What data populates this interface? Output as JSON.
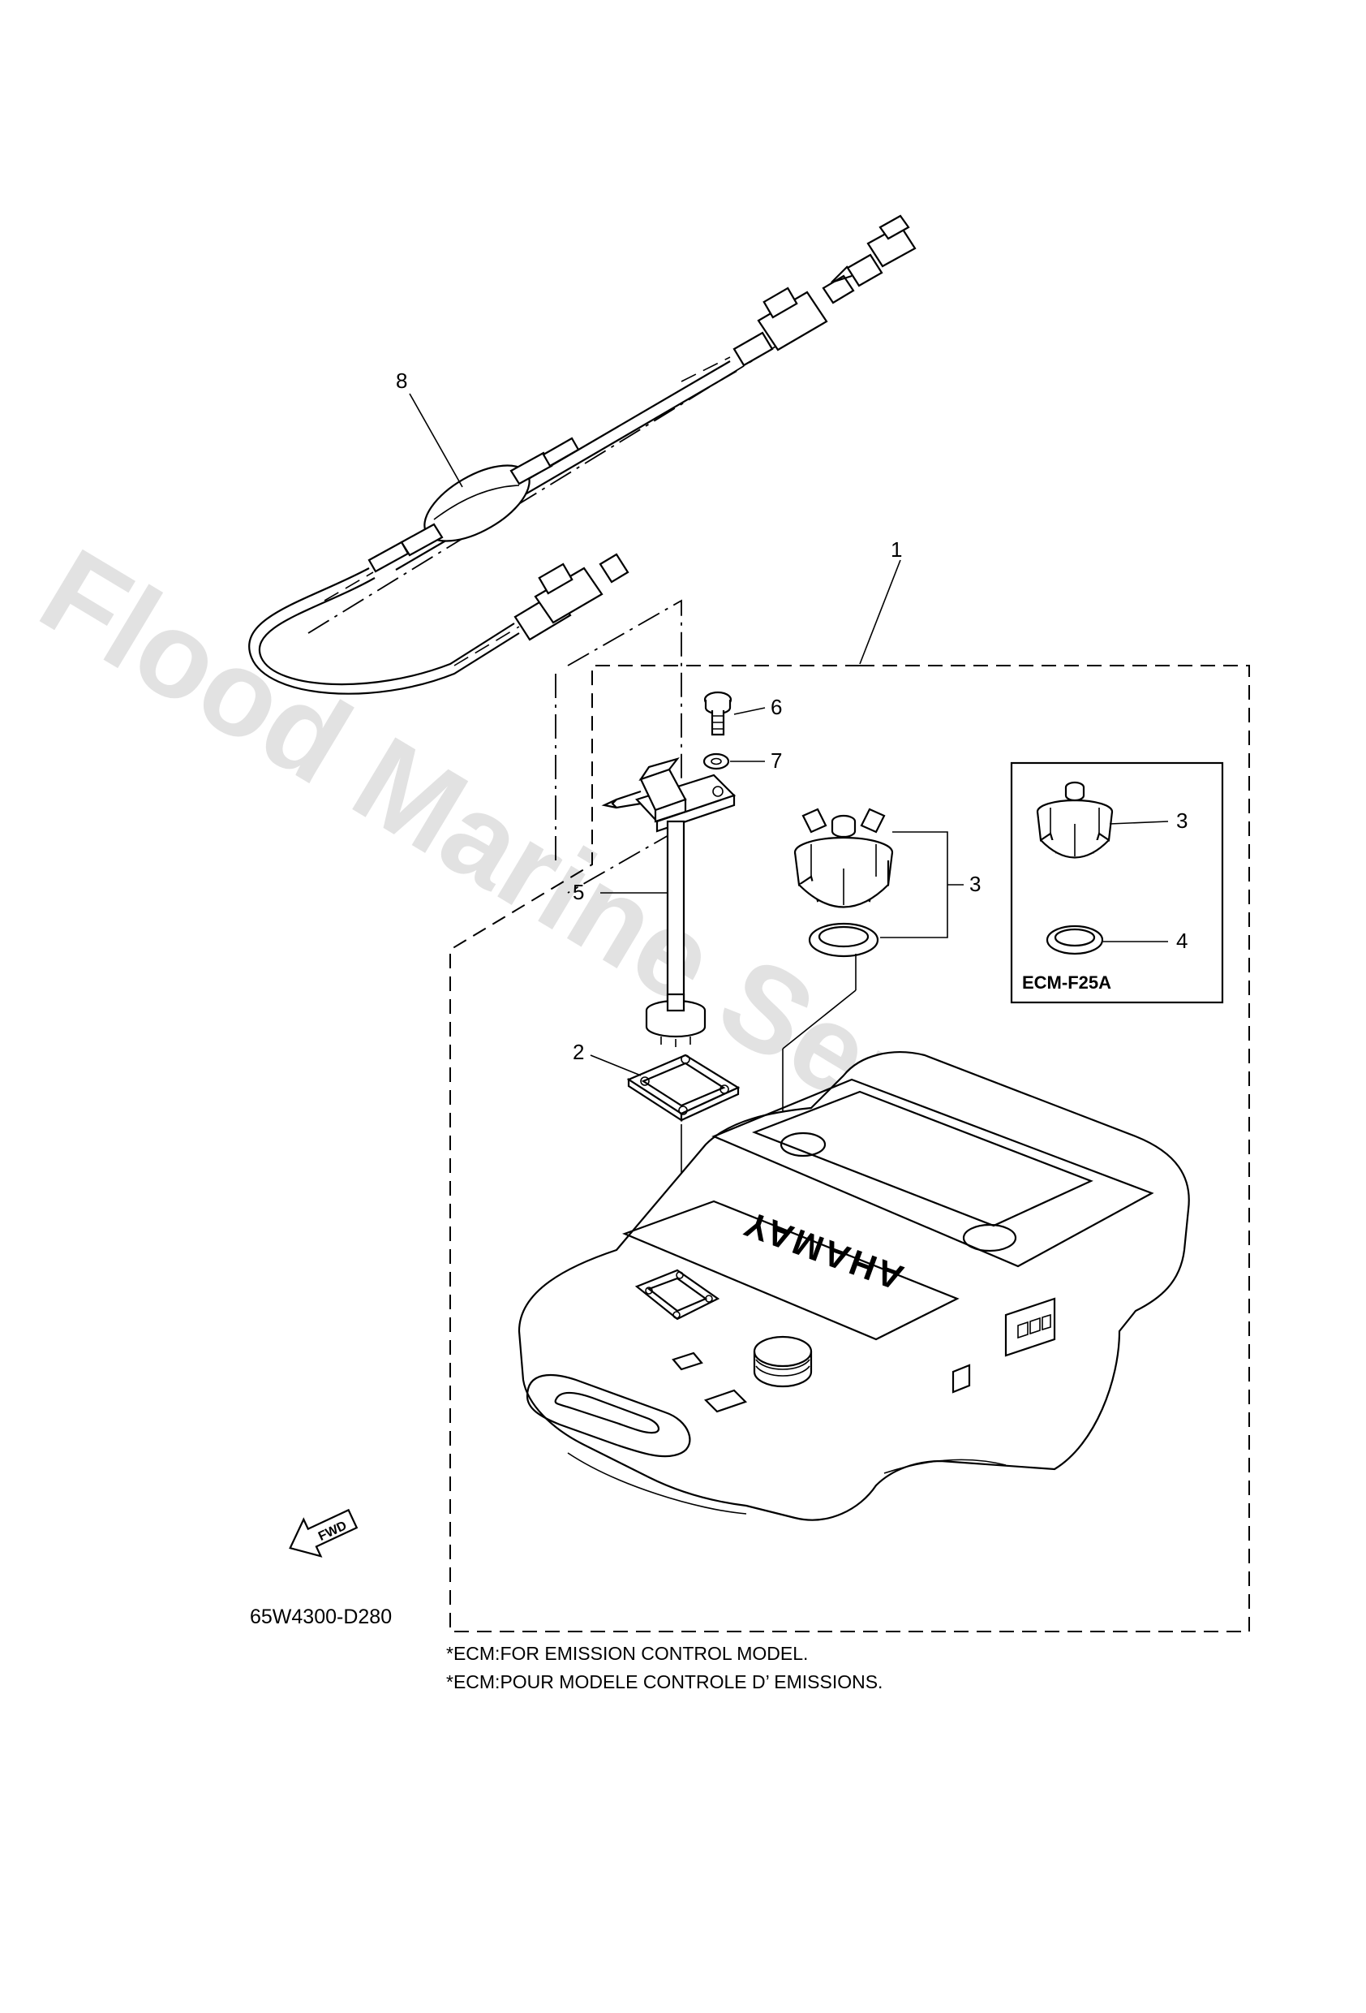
{
  "callouts": {
    "c1": "1",
    "c2": "2",
    "c3a": "3",
    "c3b": "3",
    "c4": "4",
    "c5": "5",
    "c6": "6",
    "c7": "7",
    "c8": "8"
  },
  "inset_label": "ECM-F25A",
  "tank_brand": "YAMAHA",
  "fwd_label": "FWD",
  "drawing_code": "65W4300-D280",
  "notes": [
    "*ECM:FOR EMISSION CONTROL MODEL.",
    "*ECM:POUR MODELE CONTROLE D’ EMISSIONS."
  ],
  "watermark": "Flood Marine Services"
}
